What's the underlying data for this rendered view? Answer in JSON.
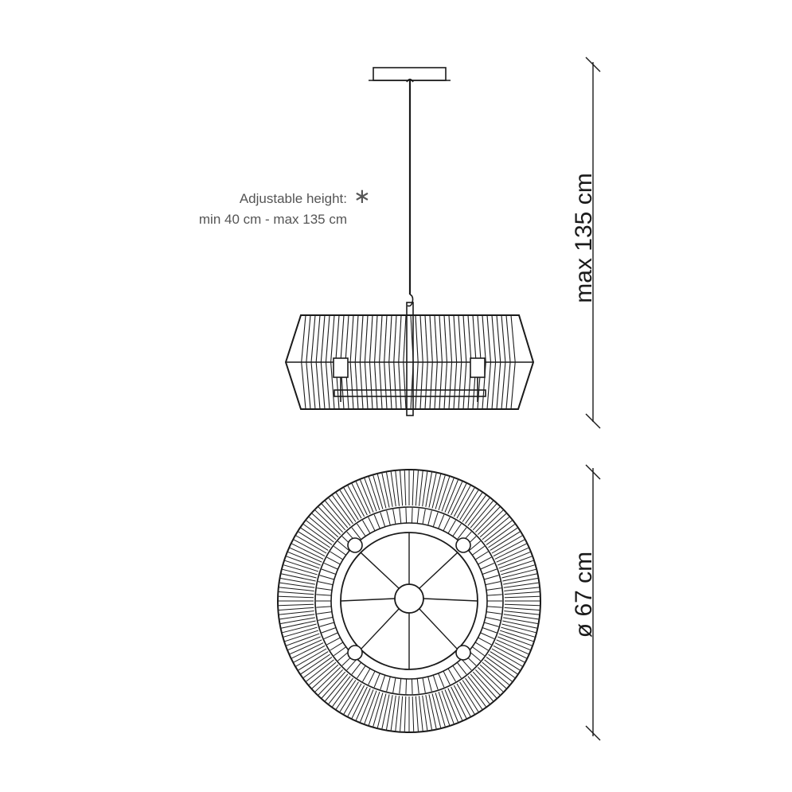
{
  "annotation": {
    "line1": "Adjustable height:",
    "symbol": "∗",
    "line2": "min 40 cm - max 135 cm"
  },
  "dimensions": {
    "height_label": "max 135 cm",
    "diameter_label": "ø 67 cm"
  },
  "colors": {
    "line": "#1a1a1a",
    "annotation_text": "#555555",
    "background": "#ffffff"
  }
}
